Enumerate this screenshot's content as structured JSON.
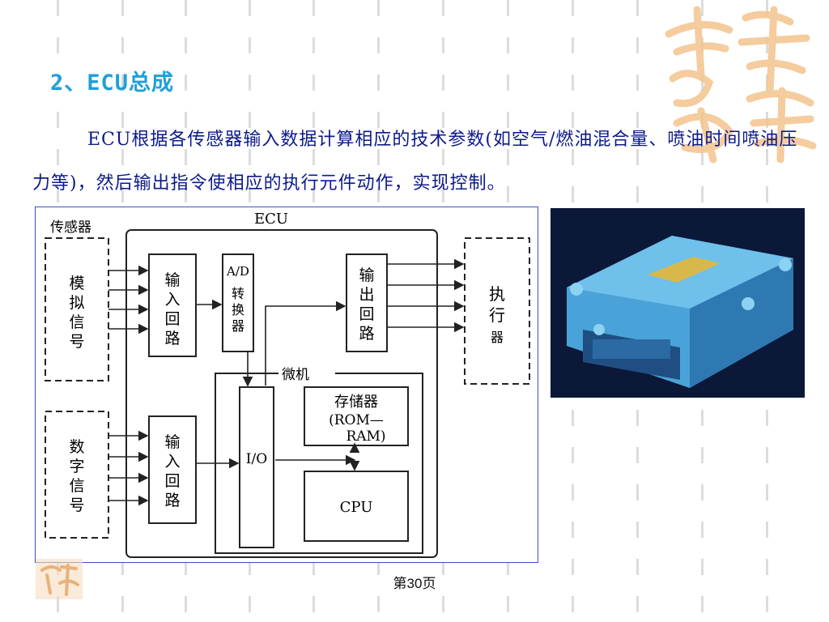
{
  "heading": "2、ECU总成",
  "paragraph": "ECU根据各传感器输入数据计算相应的技术参数(如空气/燃油混合量、喷油时间喷油压力等)，然后输出指令使相应的执行元件动作，实现控制。",
  "diagram": {
    "sensor_group": "传感器",
    "ecu_label": "ECU",
    "analog_signal": [
      "模",
      "拟",
      "信",
      "号"
    ],
    "digital_signal": [
      "数",
      "字",
      "信",
      "号"
    ],
    "input_circuit": [
      "输",
      "入",
      "回",
      "路"
    ],
    "ad_converter_title": "A/D",
    "ad_converter_text": [
      "转",
      "换",
      "器"
    ],
    "output_circuit": [
      "输",
      "出",
      "回",
      "路"
    ],
    "actuator": [
      "执",
      "行",
      "器"
    ],
    "microcomputer": "微机",
    "io": "I/O",
    "memory_line1": "存储器",
    "memory_line2": "(ROM—",
    "memory_line3": "RAM)",
    "cpu": "CPU"
  },
  "page_label": "第30页",
  "colors": {
    "heading": "#1ea0d8",
    "paragraph": "#0c1a8a",
    "diagram_border": "#3a52c9",
    "stamp": "#f3c48e"
  }
}
